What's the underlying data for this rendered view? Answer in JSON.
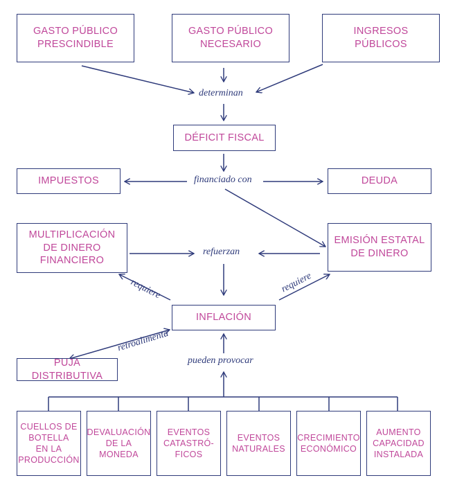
{
  "boxes": {
    "gasto_prescindible": "GASTO PÚBLICO\nPRESCINDIBLE",
    "gasto_necesario": "GASTO PÚBLICO\nNECESARIO",
    "ingresos_publicos": "INGRESOS\nPÚBLICOS",
    "deficit_fiscal": "DÉFICIT FISCAL",
    "impuestos": "IMPUESTOS",
    "deuda": "DEUDA",
    "multiplicacion": "MULTIPLICACIÓN\nDE DINERO\nFINANCIERO",
    "emision": "EMISIÓN ESTATAL\nDE DINERO",
    "inflacion": "INFLACIÓN",
    "puja": "PUJA DISTRIBUTIVA",
    "causes": [
      "CUELLOS DE\nBOTELLA\nEN LA\nPRODUCCIÓN",
      "DEVALUACIÓN\nDE LA\nMONEDA",
      "EVENTOS\nCATASTRÓ-\nFICOS",
      "EVENTOS\nNATURALES",
      "CRECIMIENTO\nECONÓMICO",
      "AUMENTO\nCAPACIDAD\nINSTALADA"
    ]
  },
  "connectors": {
    "determinan": "determinan",
    "financiado_con": "financiado con",
    "refuerzan": "refuerzan",
    "requiere_left": "requiere",
    "requiere_right": "requiere",
    "retroalimenta": "retroalimenta",
    "pueden_provocar": "pueden provocar"
  },
  "colors": {
    "box_text": "#c0479a",
    "lines": "#2e3a7a"
  }
}
